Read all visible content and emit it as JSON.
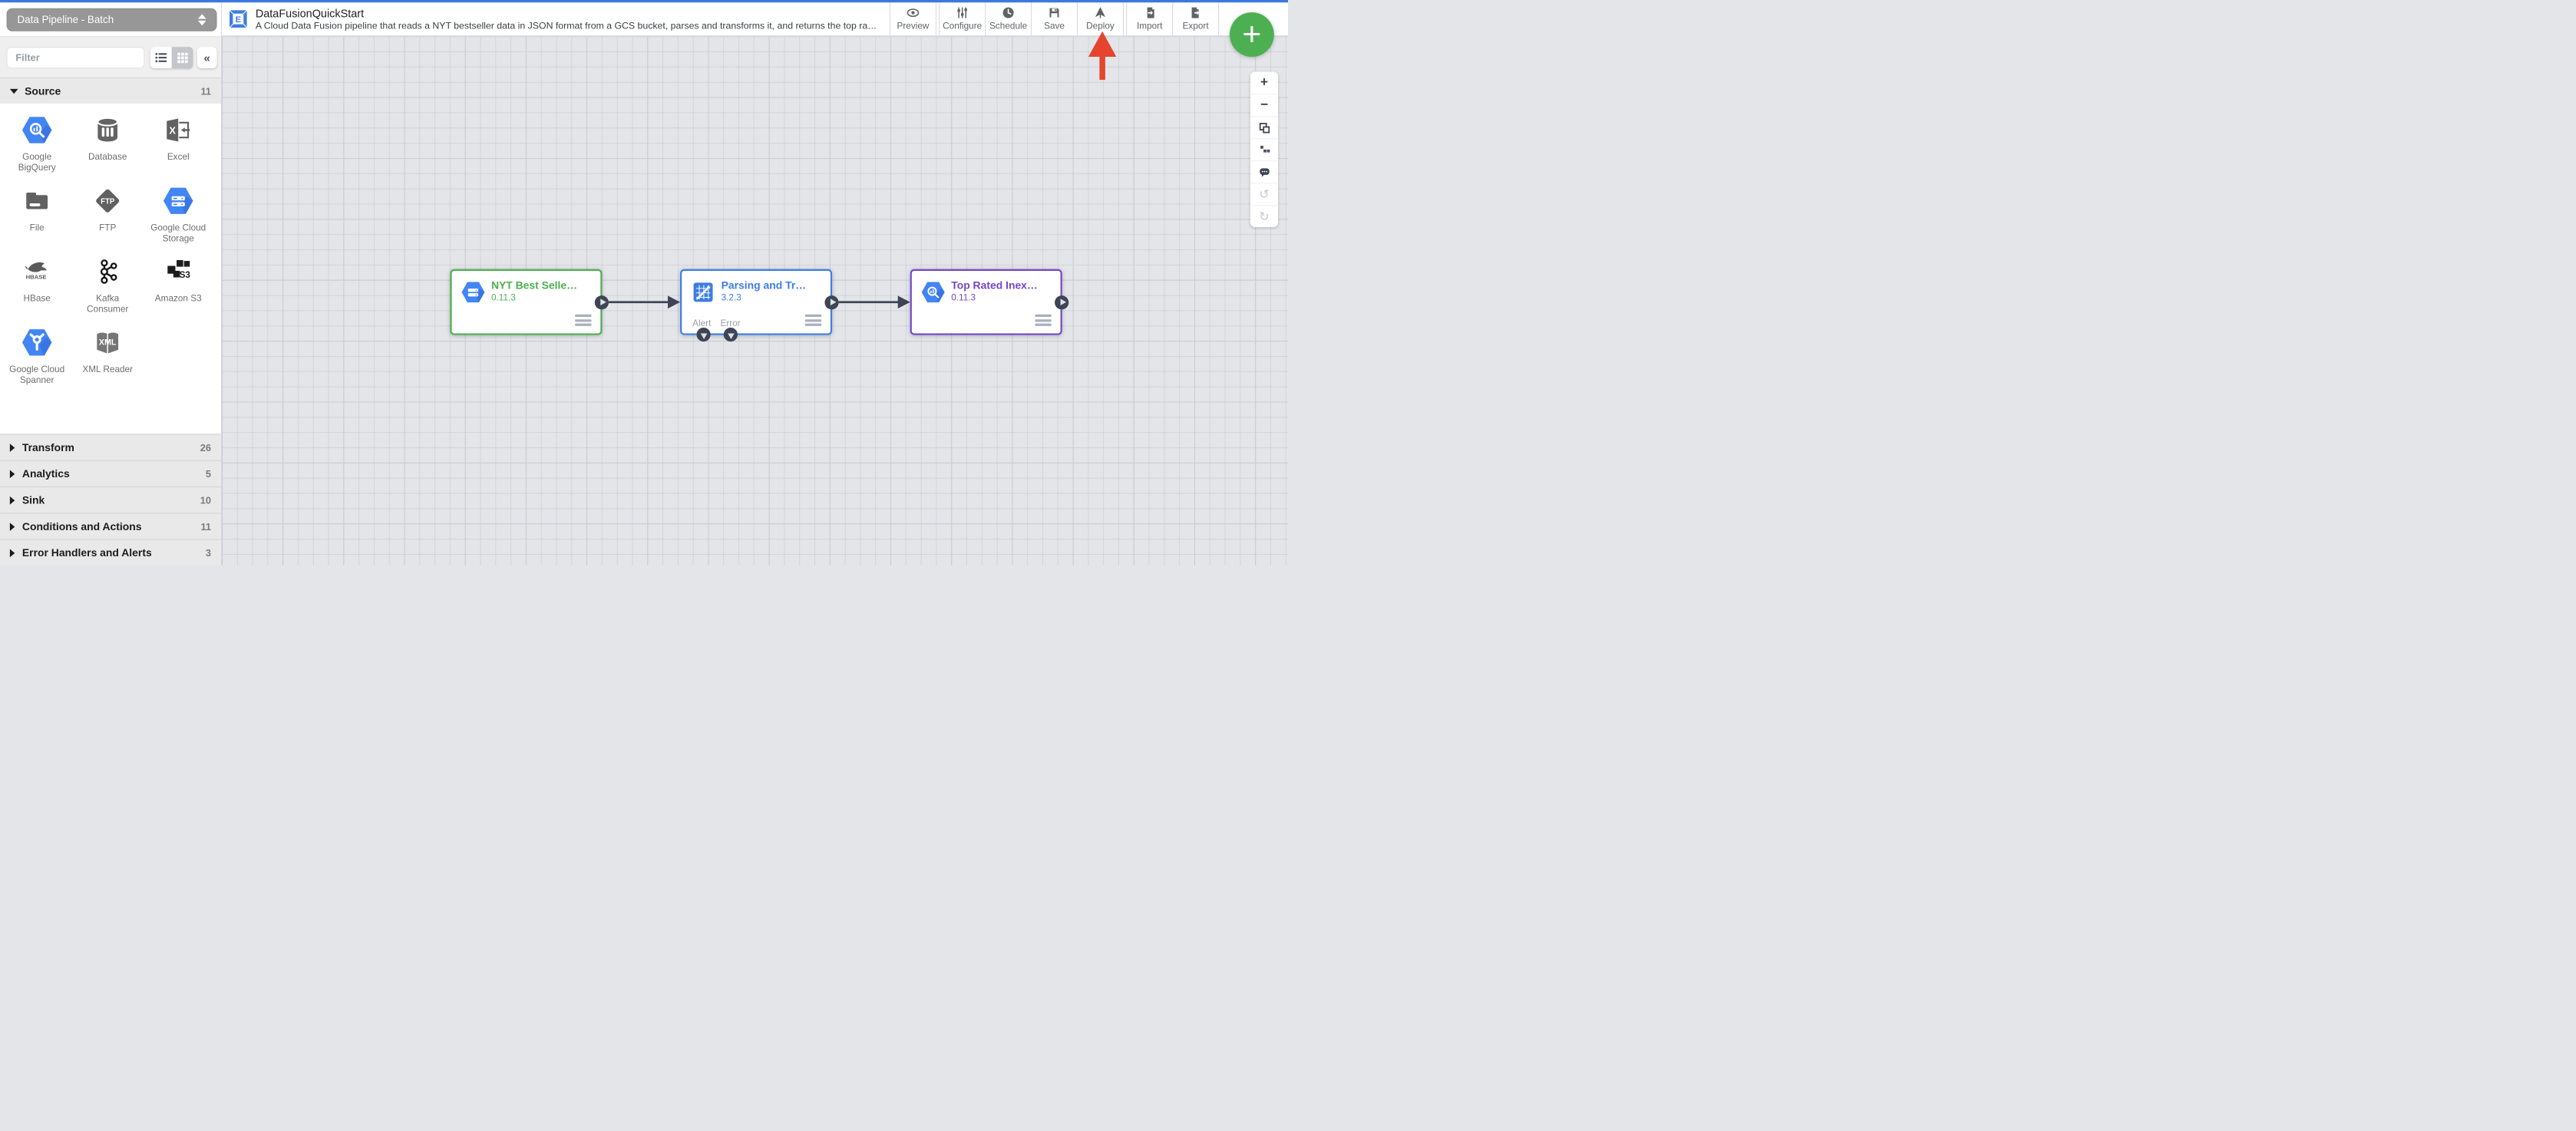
{
  "colors": {
    "top_bar": "#3c78e0",
    "accent_blue": "#4285f4",
    "node_green": "#4daf51",
    "node_blue": "#3d7de8",
    "node_purple": "#7447c9",
    "add_button_green": "#4cb052",
    "annotation_red": "#e5452f"
  },
  "pipeline_type": {
    "value": "Data Pipeline - Batch"
  },
  "header": {
    "title": "DataFusionQuickStart",
    "description": "A Cloud Data Fusion pipeline that reads a NYT bestseller data in JSON format from a GCS bucket, parses and transforms it, and returns the top rated book…"
  },
  "toolbar": {
    "buttons": [
      {
        "label": "Preview",
        "icon": "preview-eye-icon"
      },
      {
        "label": "Configure",
        "icon": "configure-sliders-icon"
      },
      {
        "label": "Schedule",
        "icon": "schedule-clock-icon"
      },
      {
        "label": "Save",
        "icon": "save-floppy-icon"
      },
      {
        "label": "Deploy",
        "icon": "deploy-send-icon"
      },
      {
        "label": "Import",
        "icon": "import-icon"
      },
      {
        "label": "Export",
        "icon": "export-icon"
      }
    ]
  },
  "add_button": {
    "glyph": "+"
  },
  "sidebar": {
    "filter": {
      "placeholder": "Filter"
    },
    "collapse_glyph": "«",
    "view_modes": [
      "list",
      "grid"
    ],
    "active_view_mode": "grid",
    "sections": [
      {
        "label": "Source",
        "count": "11",
        "expanded": true
      },
      {
        "label": "Transform",
        "count": "26",
        "expanded": false
      },
      {
        "label": "Analytics",
        "count": "5",
        "expanded": false
      },
      {
        "label": "Sink",
        "count": "10",
        "expanded": false
      },
      {
        "label": "Conditions and Actions",
        "count": "11",
        "expanded": false
      },
      {
        "label": "Error Handlers and Alerts",
        "count": "3",
        "expanded": false
      }
    ],
    "source_items": [
      {
        "label": "Google BigQuery",
        "icon": "bigquery-icon"
      },
      {
        "label": "Database",
        "icon": "database-icon"
      },
      {
        "label": "Excel",
        "icon": "excel-icon"
      },
      {
        "label": "File",
        "icon": "file-folder-icon"
      },
      {
        "label": "FTP",
        "icon": "ftp-icon"
      },
      {
        "label": "Google Cloud Storage",
        "icon": "cloud-storage-icon"
      },
      {
        "label": "HBase",
        "icon": "hbase-icon"
      },
      {
        "label": "Kafka Consumer",
        "icon": "kafka-icon"
      },
      {
        "label": "Amazon S3",
        "icon": "amazon-s3-icon"
      },
      {
        "label": "Google Cloud Spanner",
        "icon": "cloud-spanner-icon"
      },
      {
        "label": "XML Reader",
        "icon": "xml-reader-icon"
      }
    ]
  },
  "canvas": {
    "nodes": [
      {
        "title": "NYT Best Selle…",
        "version": "0.11.3",
        "icon": "cloud-storage-icon",
        "accent": "#4daf51"
      },
      {
        "title": "Parsing and Tr…",
        "version": "3.2.3",
        "icon": "wrangler-icon",
        "accent": "#3d7de8",
        "bottom_ports": [
          "Alert",
          "Error"
        ]
      },
      {
        "title": "Top Rated Inex…",
        "version": "0.11.3",
        "icon": "bigquery-icon",
        "accent": "#7447c9"
      }
    ]
  },
  "zoom_controls": {
    "zoom_in_glyph": "+",
    "zoom_out_glyph": "−",
    "undo_glyph": "↺",
    "redo_glyph": "↻"
  },
  "annotation": {
    "red_arrow_target": "Deploy"
  }
}
